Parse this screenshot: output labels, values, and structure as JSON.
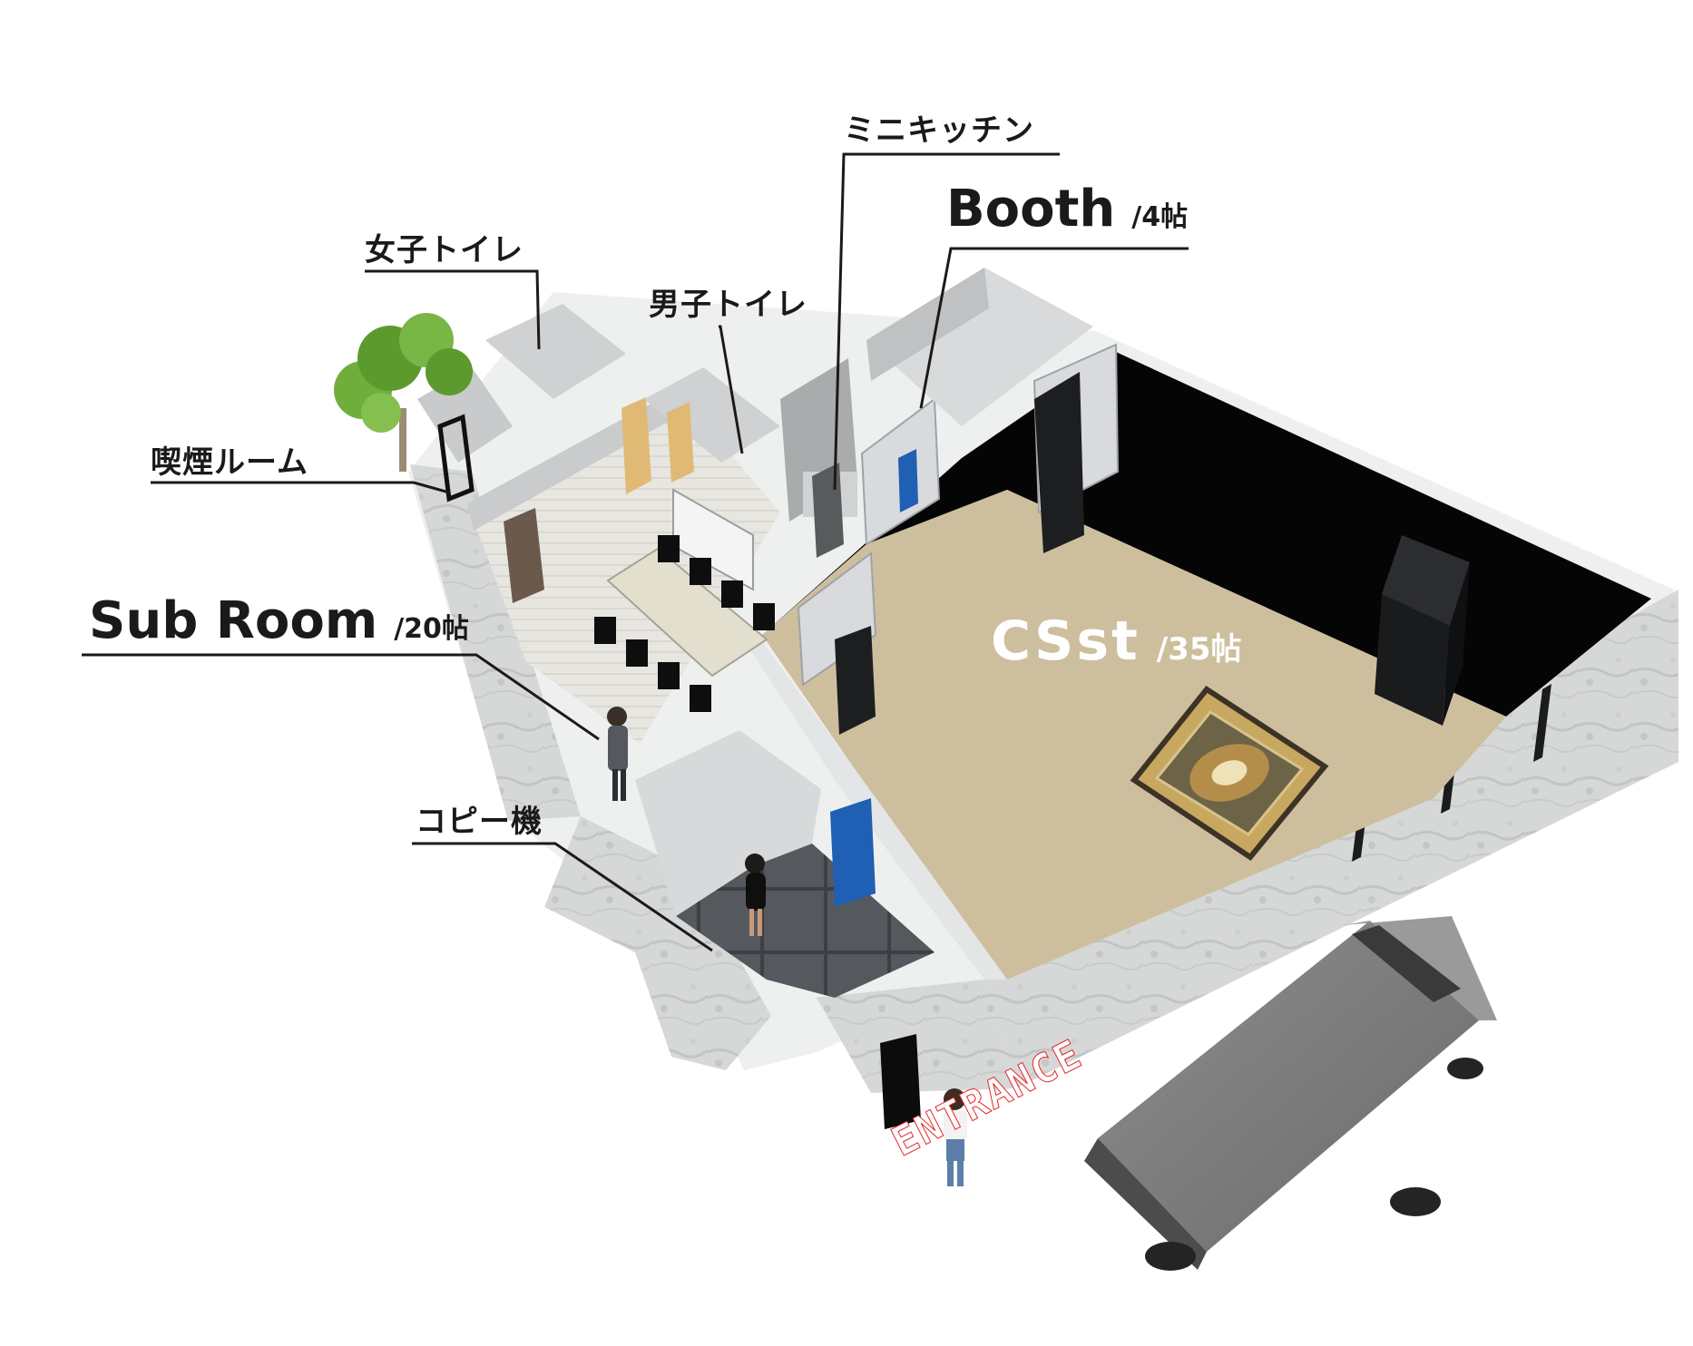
{
  "labels": {
    "mini_kitchen": "ミニキッチン",
    "booth": "Booth",
    "booth_size": "/4帖",
    "womens_toilet": "女子トイレ",
    "mens_toilet": "男子トイレ",
    "smoking_room": "喫煙ルーム",
    "sub_room": "Sub Room",
    "sub_room_size": "/20帖",
    "copier": "コピー機",
    "studio": "CSst",
    "studio_size": "/35帖",
    "entrance": "ENTRANCE"
  },
  "colors": {
    "studio_floor": "#cdbf9e",
    "back_wall": "#050505",
    "exterior_wall": "#d3d5d4",
    "leader_line": "#1a1a1a",
    "entrance_text": "#e2262b",
    "door_blue": "#1f5fb4",
    "van": "#808080",
    "plant": "#5d9a2e"
  },
  "icons": [
    "plant-icon",
    "person-icon",
    "van-icon",
    "rug-icon",
    "speaker-icon",
    "door-icon",
    "table-icon"
  ]
}
